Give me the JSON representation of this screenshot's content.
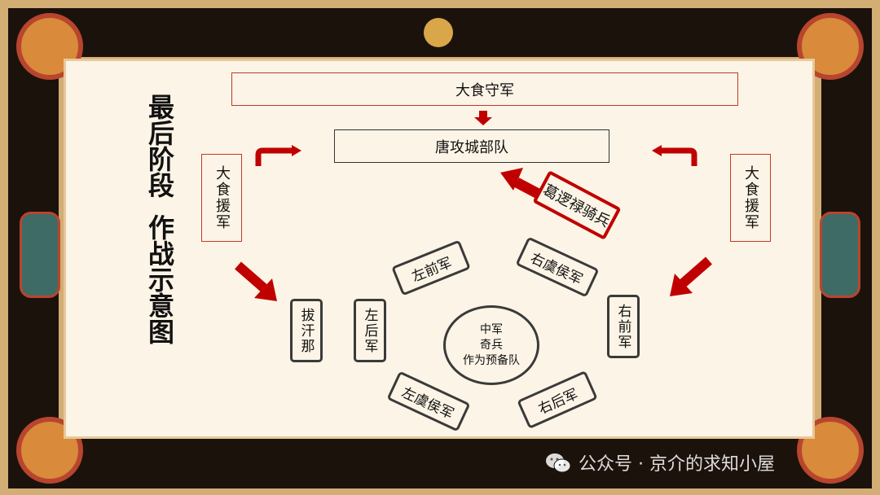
{
  "title": {
    "line1": "最后阶段",
    "line2": "作战示意图"
  },
  "top": {
    "defender": "大食守军",
    "siege": "唐攻城部队"
  },
  "reinforcements": {
    "left": "大食援军",
    "right": "大食援军"
  },
  "cavalry": "葛逻禄骑兵",
  "formation": {
    "baganna": "拔汗那",
    "left_rear": "左后军",
    "left_front": "左前军",
    "right_yuhou": "右虞侯军",
    "right_front": "右前军",
    "left_yuhou": "左虞侯军",
    "right_rear": "右后军",
    "center": {
      "line1": "中军",
      "line2": "奇兵",
      "line3": "作为预备队"
    }
  },
  "colors": {
    "arrow": "#c00000",
    "redbox": "#c0392b",
    "panel": "#fcf4e6",
    "frame": "#1c120c"
  },
  "watermark": {
    "text": "公众号 · 京介的求知小屋",
    "icon": "wechat-icon"
  }
}
